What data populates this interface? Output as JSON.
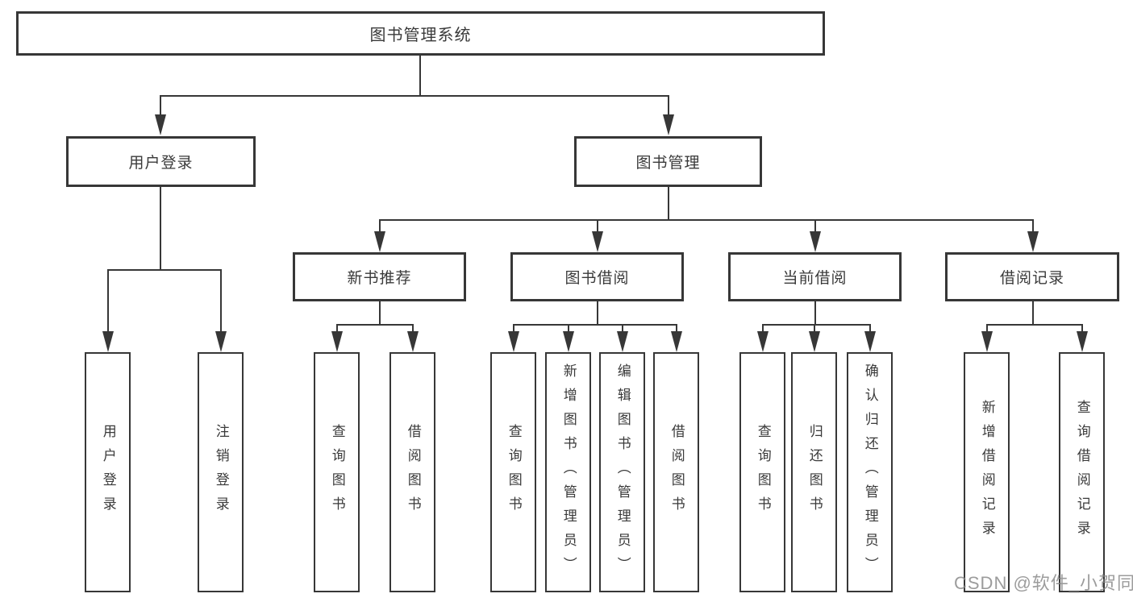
{
  "diagram": {
    "tree": {
      "label": "图书管理系统",
      "children": [
        {
          "label": "用户登录",
          "children": [
            {
              "label": "用户登录"
            },
            {
              "label": "注销登录"
            }
          ]
        },
        {
          "label": "图书管理",
          "children": [
            {
              "label": "新书推荐",
              "children": [
                {
                  "label": "查询图书"
                },
                {
                  "label": "借阅图书"
                }
              ]
            },
            {
              "label": "图书借阅",
              "children": [
                {
                  "label": "查询图书"
                },
                {
                  "label": "新增图书（管理员）"
                },
                {
                  "label": "编辑图书（管理员）"
                },
                {
                  "label": "借阅图书"
                }
              ]
            },
            {
              "label": "当前借阅",
              "children": [
                {
                  "label": "查询图书"
                },
                {
                  "label": "归还图书"
                },
                {
                  "label": "确认归还（管理员）"
                }
              ]
            },
            {
              "label": "借阅记录",
              "children": [
                {
                  "label": "新增借阅记录"
                },
                {
                  "label": "查询借阅记录"
                }
              ]
            }
          ]
        }
      ]
    },
    "watermark": "CSDN @软件_小贺同学",
    "colors": {
      "line": "#373737",
      "text": "#3a3a3a",
      "watermark": "#868686",
      "background": "#ffffff"
    }
  }
}
